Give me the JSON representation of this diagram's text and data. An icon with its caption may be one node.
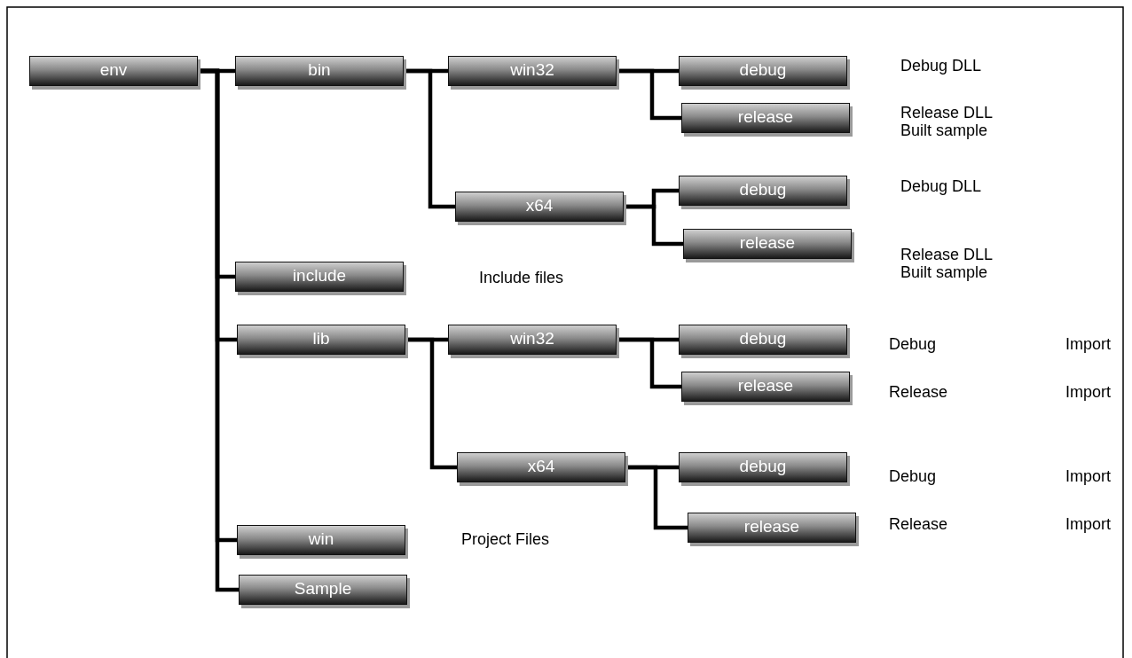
{
  "diagram": {
    "nodes": [
      {
        "text": [
          "env"
        ]
      },
      {
        "text": [
          "bin"
        ]
      },
      {
        "text": [
          "win32"
        ]
      },
      {
        "text": [
          "debug"
        ],
        "beside": [
          "Debug DLL"
        ]
      },
      {
        "text": [
          "release"
        ],
        "beside": [
          "Release DLL Built sample"
        ]
      },
      {
        "text": [
          "x64"
        ]
      },
      {
        "text": [
          "debug"
        ],
        "beside": [
          "Debug DLL"
        ]
      },
      {
        "text": [
          "release"
        ],
        "beside": [
          "Release DLL Built sample"
        ]
      },
      {
        "text": [
          "include"
        ]
      },
      {
        "text": [
          "lib"
        ]
      },
      {
        "text": [
          "win32"
        ]
      },
      {
        "text": [
          "debug"
        ],
        "beside": [
          "Debug Import"
        ]
      },
      {
        "text": [
          "release"
        ],
        "beside": [
          "Release Import"
        ]
      },
      {
        "text": [
          "x64"
        ]
      },
      {
        "text": [
          "debug"
        ],
        "beside": [
          "Debug Import"
        ]
      },
      {
        "text": [
          "release"
        ],
        "beside": [
          "Release Import"
        ]
      },
      {
        "text": [
          "win"
        ]
      },
      {
        "text": [
          "Sample"
        ]
      }
    ],
    "edges": [
      {
        "from": 0,
        "to": 1,
        "arrow": "none"
      },
      {
        "from": 0,
        "to": 8,
        "arrow": "none"
      },
      {
        "from": 0,
        "to": 9,
        "arrow": "none"
      },
      {
        "from": 0,
        "to": 16,
        "arrow": "none"
      },
      {
        "from": 0,
        "to": 17,
        "arrow": "none"
      },
      {
        "from": 1,
        "to": 2,
        "arrow": "none"
      },
      {
        "from": 1,
        "to": 5,
        "arrow": "none"
      },
      {
        "from": 2,
        "to": 3,
        "arrow": "none"
      },
      {
        "from": 2,
        "to": 4,
        "arrow": "none"
      },
      {
        "from": 5,
        "to": 6,
        "arrow": "none"
      },
      {
        "from": 5,
        "to": 7,
        "arrow": "none"
      },
      {
        "from": 9,
        "to": 10,
        "arrow": "none"
      },
      {
        "from": 9,
        "to": 13,
        "arrow": "none"
      },
      {
        "from": 10,
        "to": 11,
        "arrow": "none"
      },
      {
        "from": 10,
        "to": 12,
        "arrow": "none"
      },
      {
        "from": 13,
        "to": 14,
        "arrow": "none"
      },
      {
        "from": 13,
        "to": 15,
        "arrow": "none"
      }
    ],
    "labels": [
      "Include files",
      "Project Files"
    ]
  }
}
